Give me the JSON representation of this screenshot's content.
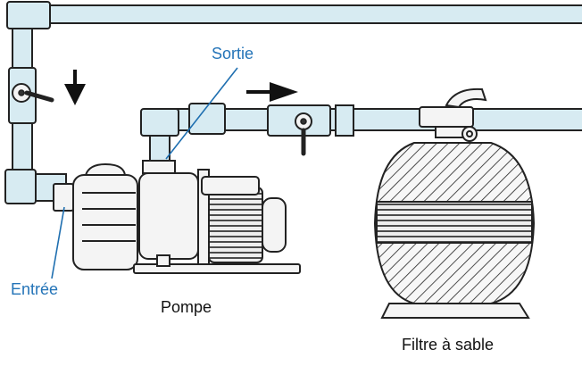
{
  "labels": {
    "sortie": "Sortie",
    "entree": "Entrée",
    "pompe": "Pompe",
    "filtre": "Filtre à sable"
  },
  "colors": {
    "pipe_fill": "#d7ebf2",
    "label_blue": "#2474b8",
    "label_black": "#111111"
  }
}
